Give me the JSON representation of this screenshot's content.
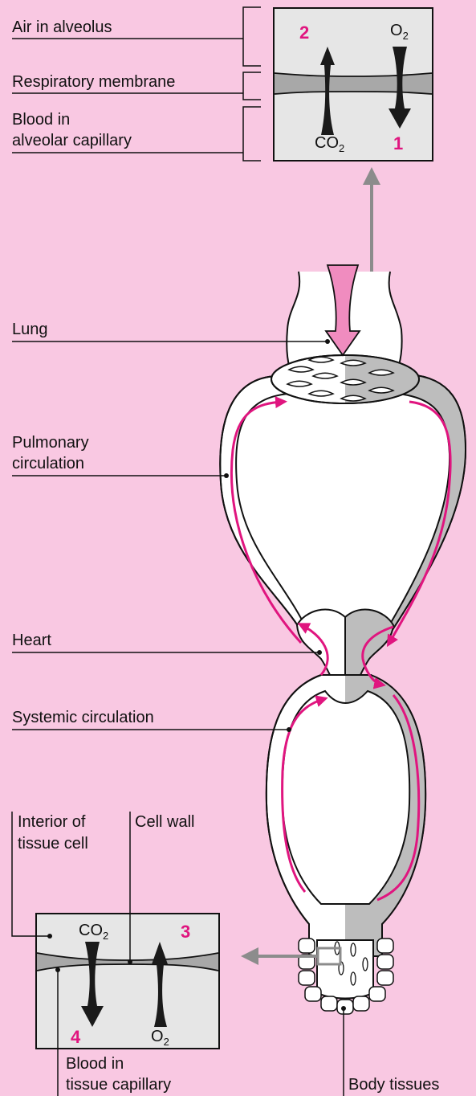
{
  "labels": {
    "air_in_alveolus": "Air in alveolus",
    "respiratory_membrane": "Respiratory membrane",
    "blood_in_alveolar_capillary_1": "Blood in",
    "blood_in_alveolar_capillary_2": "alveolar capillary",
    "lung": "Lung",
    "pulmonary_circulation_1": "Pulmonary",
    "pulmonary_circulation_2": "circulation",
    "heart": "Heart",
    "systemic_circulation": "Systemic circulation",
    "interior_of_tissue_cell_1": "Interior of",
    "interior_of_tissue_cell_2": "tissue cell",
    "cell_wall": "Cell wall",
    "blood_in_tissue_capillary_1": "Blood in",
    "blood_in_tissue_capillary_2": "tissue capillary",
    "body_tissues": "Body tissues"
  },
  "top_inset": {
    "step_up": "2",
    "step_down": "1",
    "gas_up_main": "CO",
    "gas_up_sub": "2",
    "gas_down_main": "O",
    "gas_down_sub": "2"
  },
  "bottom_inset": {
    "step_up": "3",
    "step_down": "4",
    "gas_up_main": "O",
    "gas_up_sub": "2",
    "gas_down_main": "CO",
    "gas_down_sub": "2"
  },
  "colors": {
    "background": "#f9c8e2",
    "accent_magenta": "#e0157f",
    "arrow_pink": "#f08cbf",
    "membrane_gray": "#a8a8a8",
    "vessel_gray": "#bdbdbd",
    "inset_fill": "#e6e6e6",
    "pointer_gray": "#8c8c8c"
  }
}
